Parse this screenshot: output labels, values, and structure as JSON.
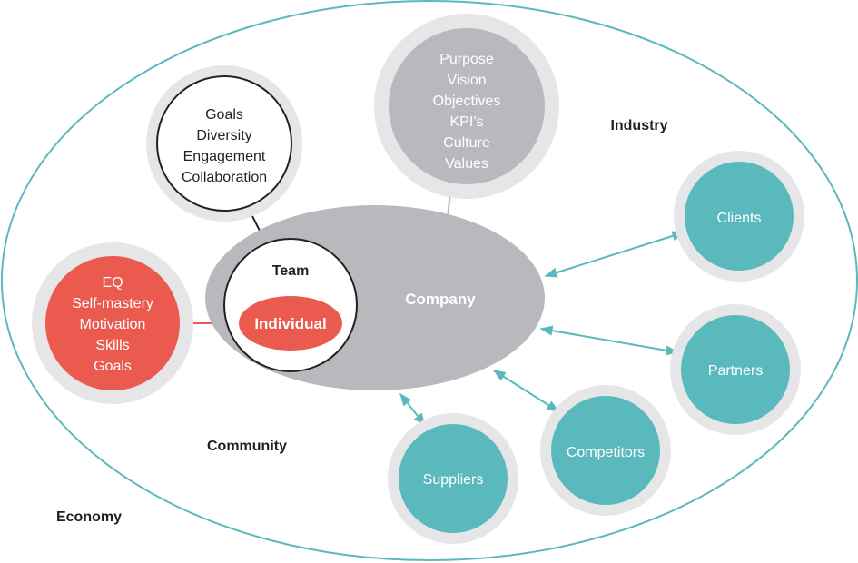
{
  "colors": {
    "teal": "#5ab9bd",
    "ring": "#e6e6e8",
    "gray": "#b8b9bc",
    "red": "#eb5a4e",
    "dark": "#222222",
    "white": "#ffffff"
  },
  "labels": {
    "economy": "Economy",
    "community": "Community",
    "industry": "Industry",
    "company": "Company",
    "team": "Team",
    "individual": "Individual"
  },
  "team_bubble": {
    "lines": [
      "Goals",
      "Diversity",
      "Engagement",
      "Collaboration"
    ]
  },
  "company_bubble": {
    "lines": [
      "Purpose",
      "Vision",
      "Objectives",
      "KPI’s",
      "Culture",
      "Values"
    ]
  },
  "individual_bubble": {
    "lines": [
      "EQ",
      "Self-mastery",
      "Motivation",
      "Skills",
      "Goals"
    ]
  },
  "stakeholders": [
    {
      "label": "Clients"
    },
    {
      "label": "Partners"
    },
    {
      "label": "Competitors"
    },
    {
      "label": "Suppliers"
    }
  ]
}
